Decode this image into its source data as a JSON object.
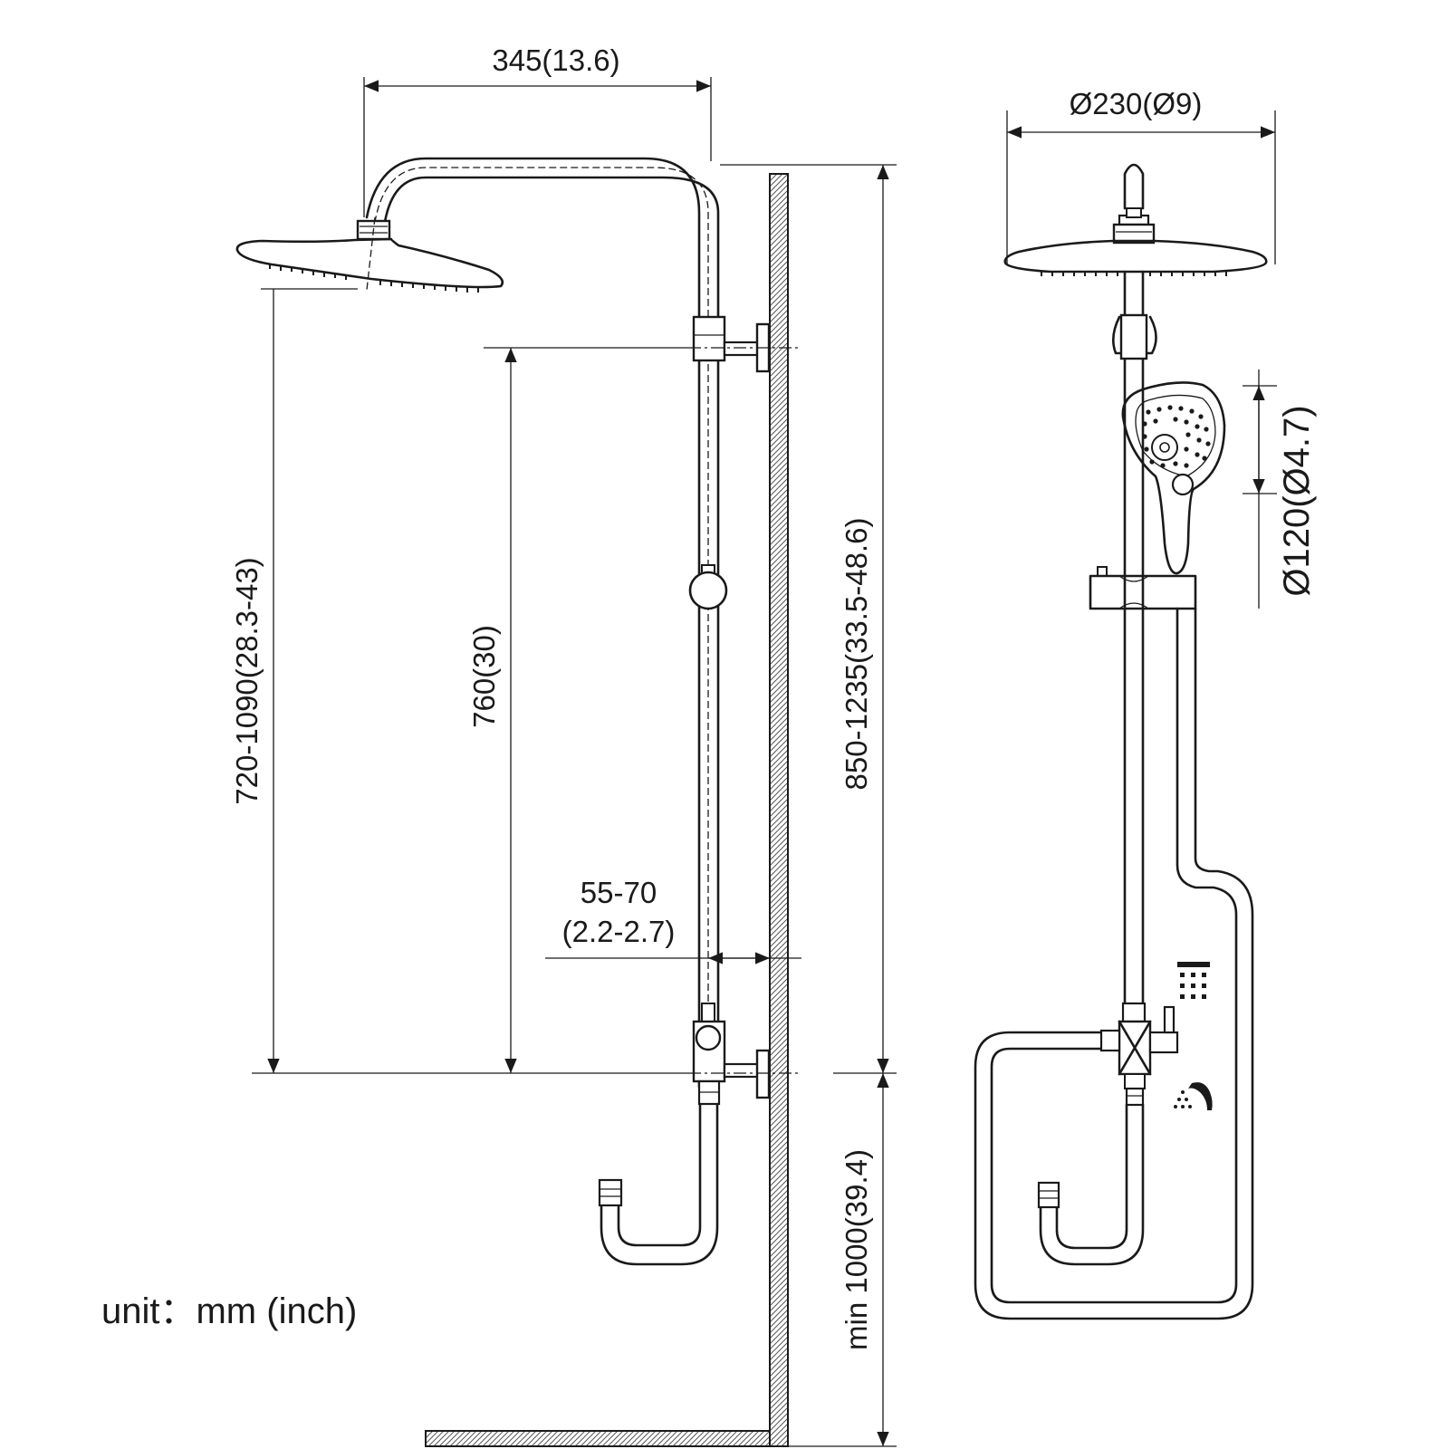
{
  "dimensions": {
    "arm_width": "345(13.6)",
    "head_diameter": "Ø230(Ø9)",
    "head_height": "720-1090(28.3-43)",
    "bracket_spacing": "760(30)",
    "overall_height": "850-1235(33.5-48.6)",
    "wall_offset_mm": "55-70",
    "wall_offset_in": "(2.2-2.7)",
    "handshower_diameter": "Ø120(Ø4.7)",
    "floor_clearance": "min 1000(39.4)"
  },
  "unit_note": "unit：mm (inch)",
  "icons": [
    "rain-shower-icon",
    "hand-shower-icon"
  ]
}
